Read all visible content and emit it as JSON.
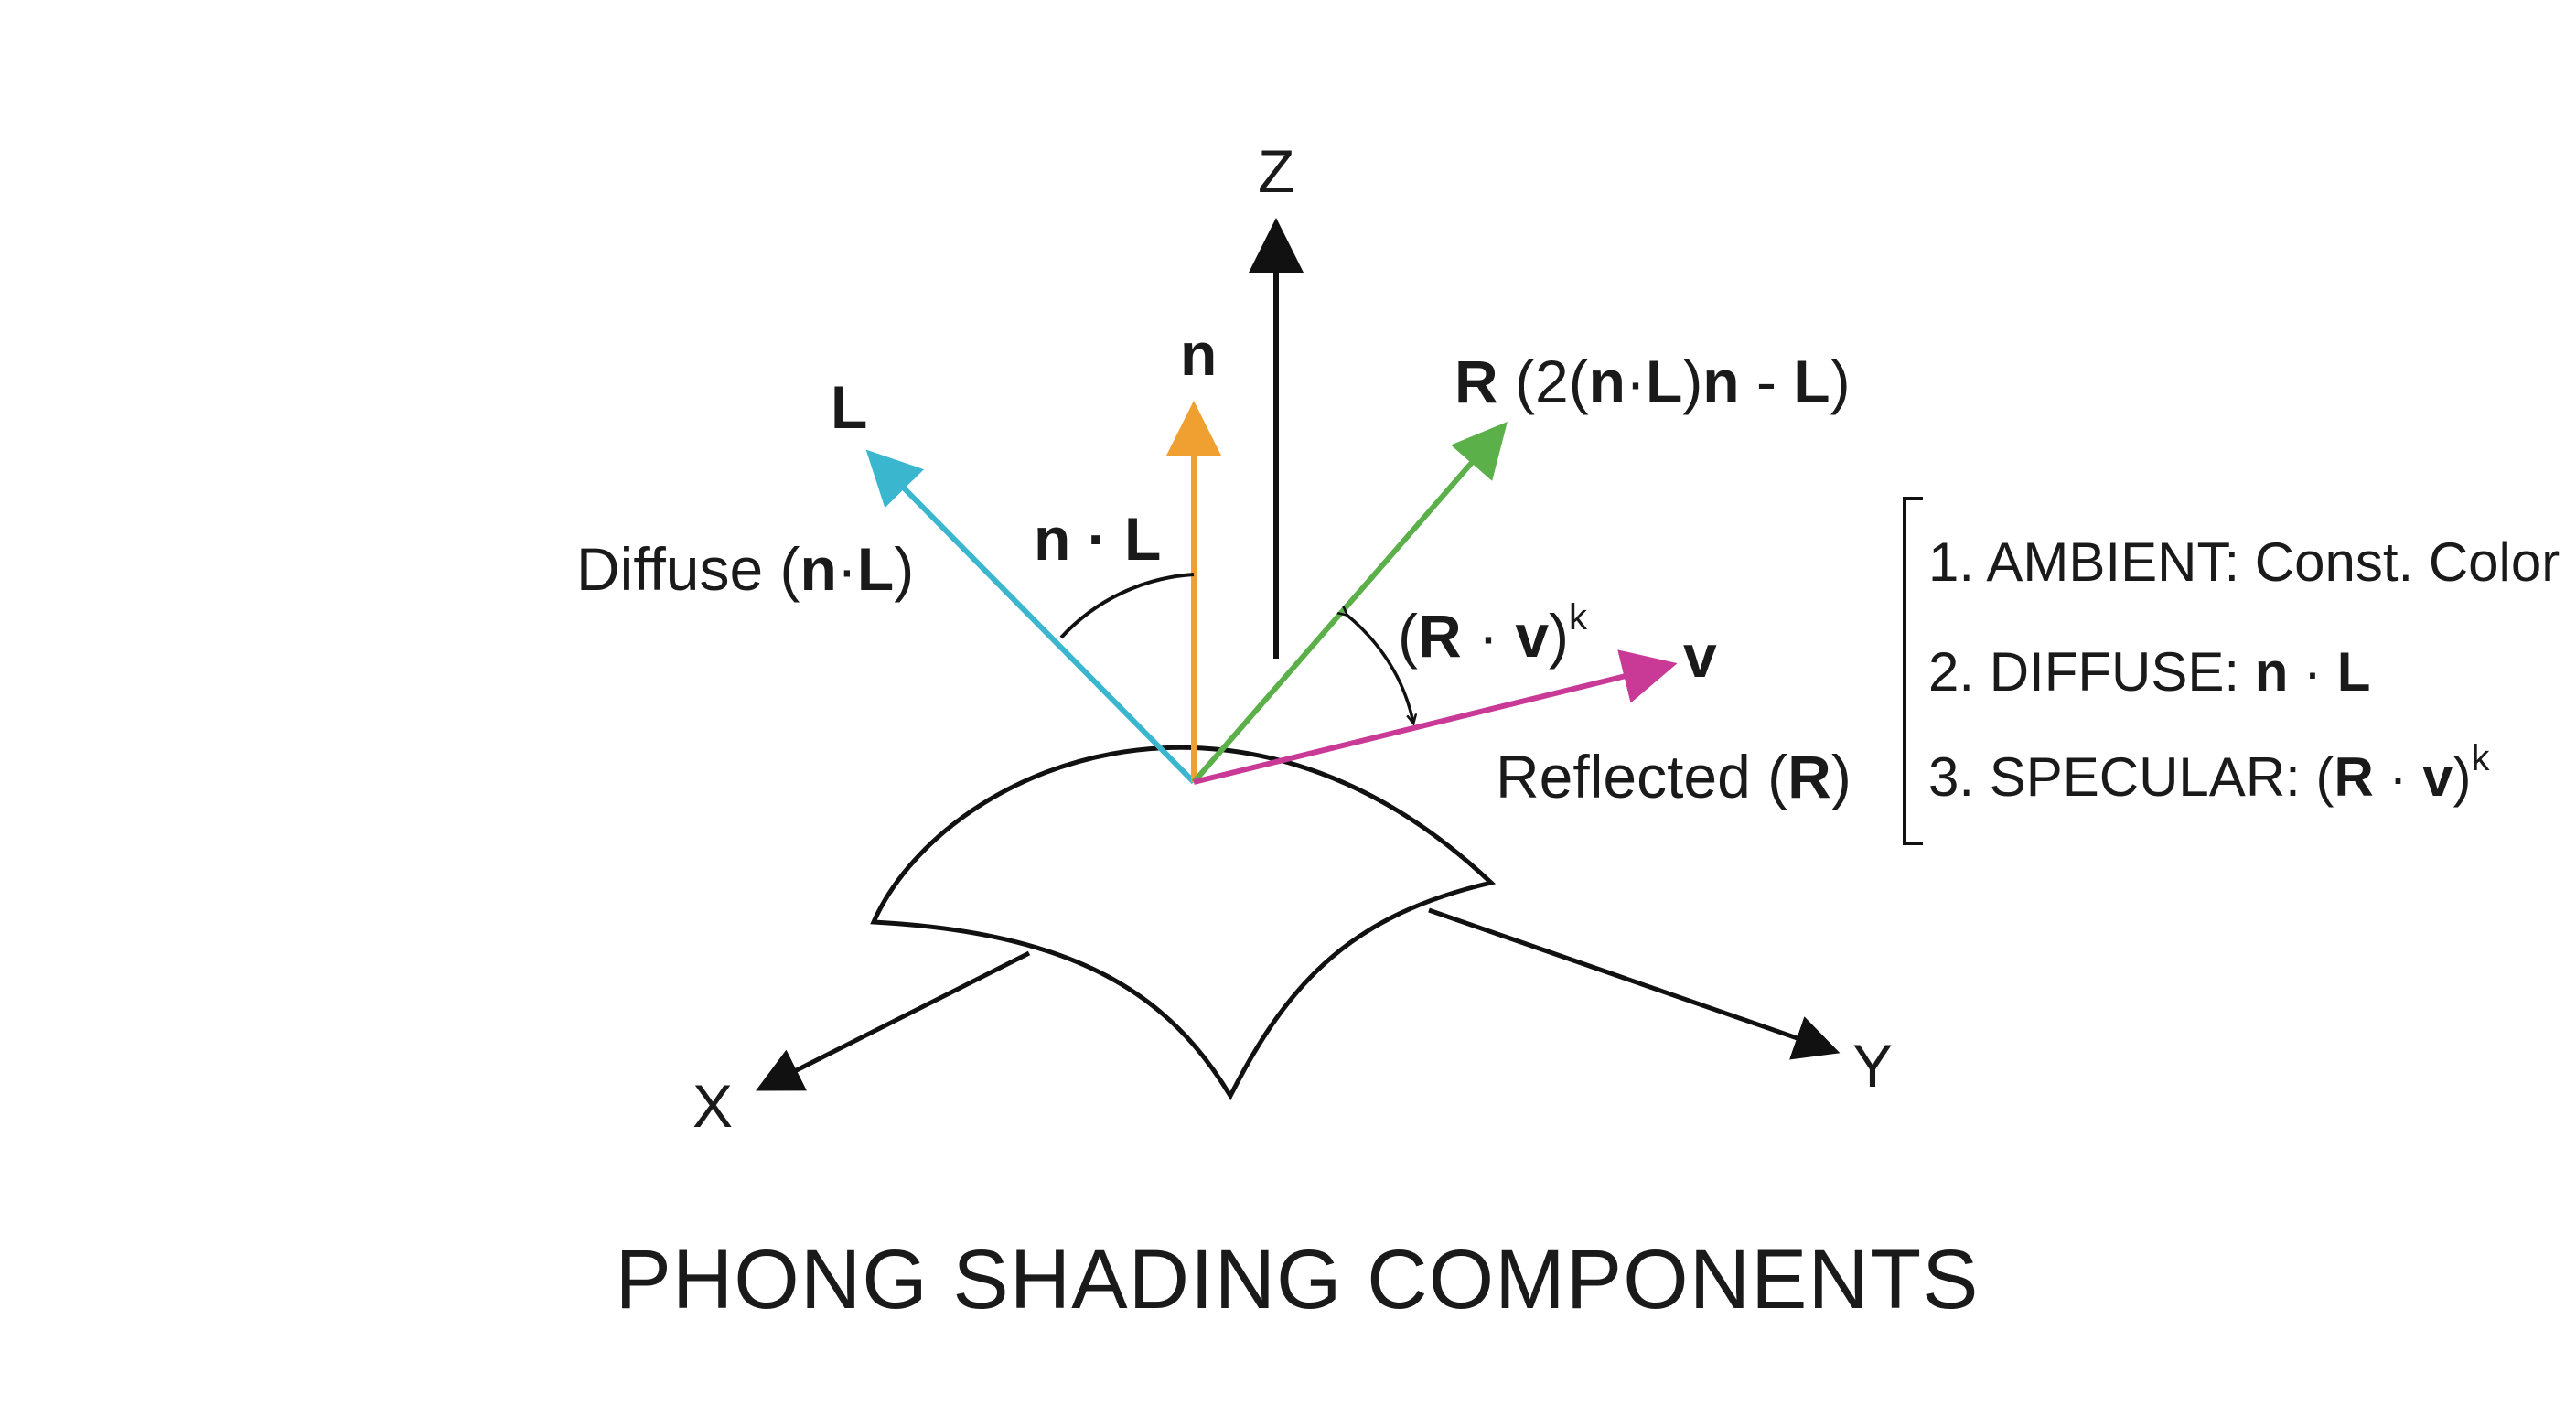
{
  "axes": {
    "z_label": "Z",
    "x_label": "X",
    "y_label": "Y"
  },
  "vectors": {
    "L": {
      "label": "L",
      "color": "#3bb6cf"
    },
    "n": {
      "label": "n",
      "color": "#f0a030"
    },
    "R": {
      "label_bold": "R",
      "label_formula_open": " (2(",
      "label_n1": "n",
      "label_dot": "·",
      "label_L": "L",
      "label_close": ")",
      "label_n2": "n",
      "label_minus": " - ",
      "label_L2": "L",
      "label_end": ")",
      "color": "#5cb04a"
    },
    "v": {
      "label": "v",
      "color": "#c83a96"
    }
  },
  "annotations": {
    "diffuse": {
      "prefix": "Diffuse (",
      "n": "n",
      "dot": "·",
      "L": "L",
      "suffix": ")"
    },
    "n_dot_L": {
      "n": "n",
      "dot": " · ",
      "L": "L"
    },
    "specular_angle": {
      "open": "(",
      "R": "R",
      "dot": " · ",
      "v": "v",
      "close": ")",
      "exp": "k"
    },
    "reflected": {
      "prefix": "Reflected (",
      "R": "R",
      "suffix": ")"
    }
  },
  "legend": {
    "item1": {
      "text": "1. AMBIENT: Const. Color"
    },
    "item2": {
      "prefix": "2. DIFFUSE: ",
      "n": "n",
      "dot": " · ",
      "L": "L"
    },
    "item3": {
      "prefix": "3. SPECULAR: (",
      "R": "R",
      "dot": " · ",
      "v": "v",
      "close": ")",
      "exp": "k"
    }
  },
  "title": "PHONG SHADING COMPONENTS"
}
